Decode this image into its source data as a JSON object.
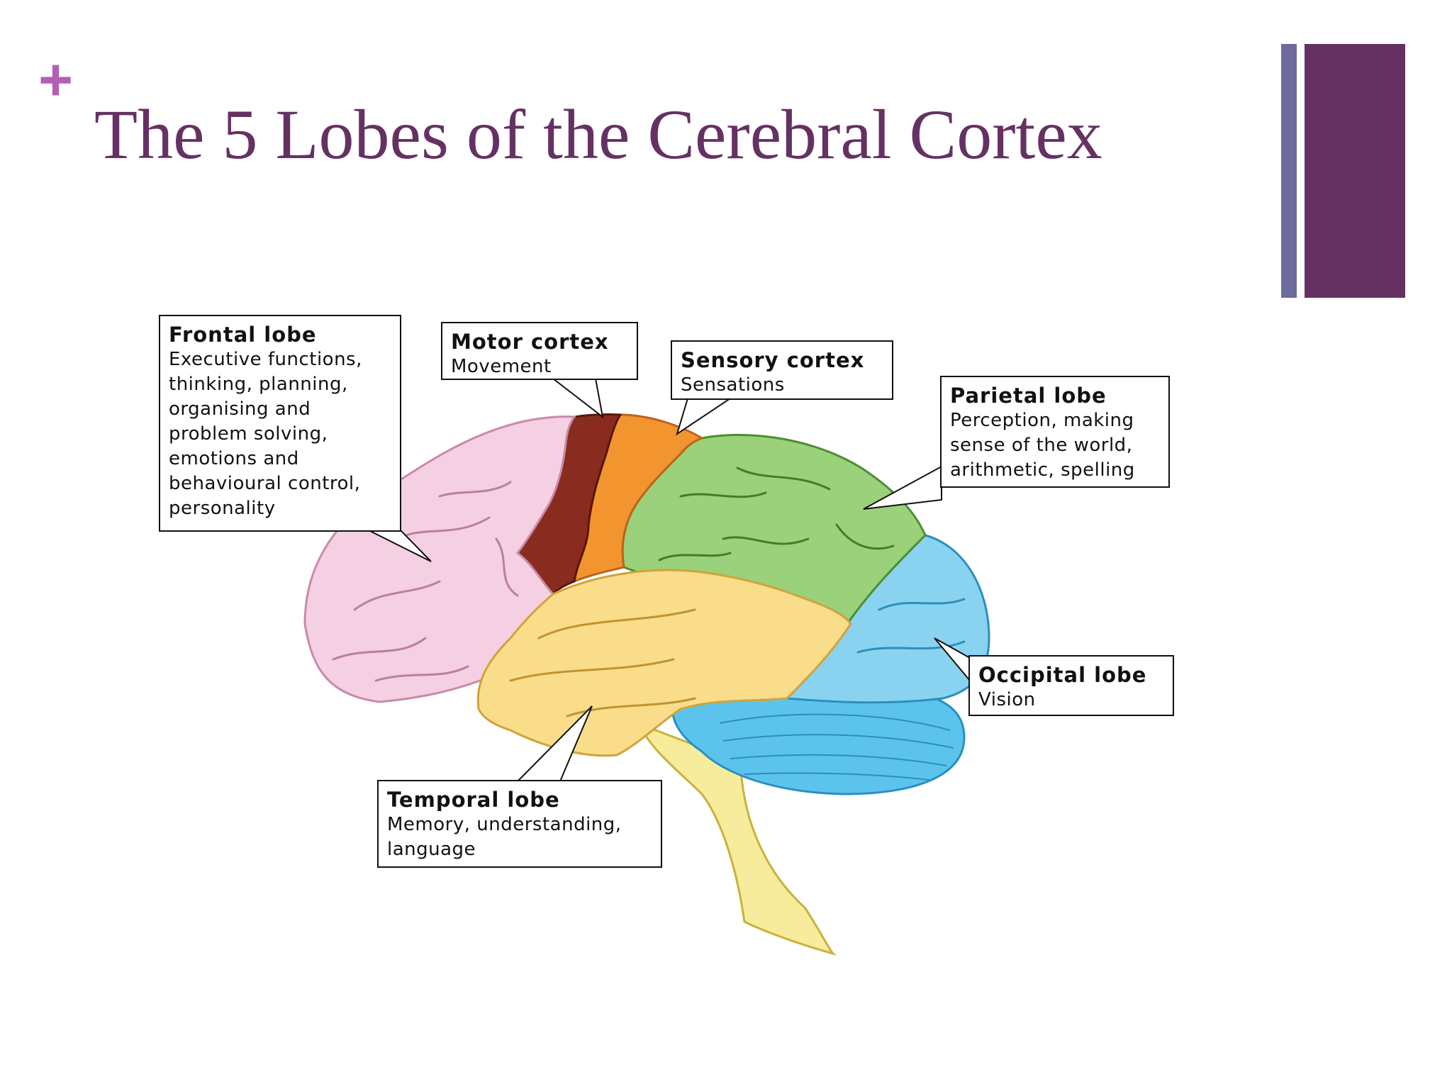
{
  "slide": {
    "bullet": "+",
    "title": "The 5 Lobes of the Cerebral Cortex"
  },
  "labels": {
    "frontal": {
      "name": "Frontal lobe",
      "description": "Executive functions, thinking, planning, organising and problem solving, emotions and behavioural control, personality"
    },
    "motor": {
      "name": "Motor cortex",
      "description": "Movement"
    },
    "sensory": {
      "name": "Sensory cortex",
      "description": "Sensations"
    },
    "parietal": {
      "name": "Parietal lobe",
      "description": "Perception, making sense of the world, arithmetic, spelling"
    },
    "occipital": {
      "name": "Occipital lobe",
      "description": "Vision"
    },
    "temporal": {
      "name": "Temporal lobe",
      "description": "Memory, understanding, language"
    }
  },
  "colors": {
    "title": "#653163",
    "plus": "#b35fb6",
    "accent_bar": "#653163",
    "accent_bar_thin": "#6c6b9b",
    "frontal": "#f5cfe2",
    "motor": "#8a2b1f",
    "sensory": "#f2952f",
    "parietal": "#9ad17a",
    "occipital": "#8ad3f0",
    "temporal": "#f9dd8a",
    "cerebellum": "#5cc4ec",
    "brainstem": "#f7ec9c"
  }
}
